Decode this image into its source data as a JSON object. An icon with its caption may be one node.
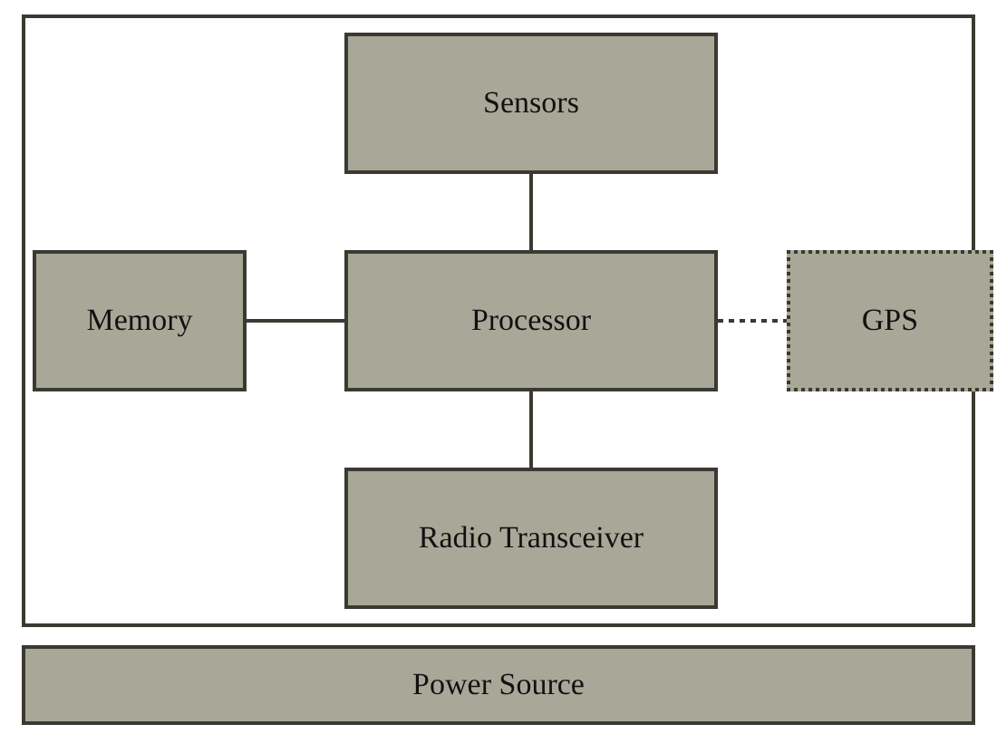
{
  "diagram": {
    "nodes": [
      {
        "text": [],
        "shape": "box"
      },
      {
        "text": [
          "Sensors"
        ],
        "in": 0
      },
      {
        "text": [
          "Memory"
        ],
        "in": 0
      },
      {
        "text": [
          "Processor"
        ],
        "in": 0
      },
      {
        "text": [
          "GPS"
        ]
      },
      {
        "text": [
          "Radio Transceiver"
        ],
        "in": 0
      },
      {
        "text": [
          "Power Source"
        ]
      }
    ],
    "edges": [
      {
        "from": 1,
        "to": 3,
        "arrow": "none"
      },
      {
        "from": 2,
        "to": 3,
        "arrow": "none"
      },
      {
        "from": 3,
        "to": 4,
        "arrow": "none",
        "style": "dashed"
      },
      {
        "from": 3,
        "to": 5,
        "arrow": "none"
      }
    ]
  }
}
